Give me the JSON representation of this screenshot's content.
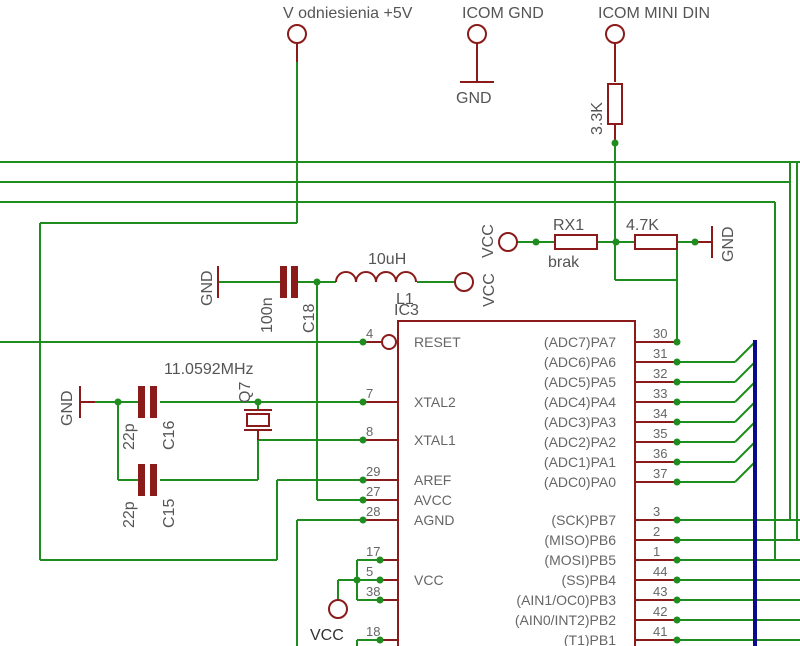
{
  "connectors": {
    "vref": "V odniesienia +5V",
    "icom_gnd": "ICOM GND",
    "icom_mini_din": "ICOM MINI DIN"
  },
  "supplies": {
    "gnd": "GND",
    "vcc": "VCC"
  },
  "components": {
    "r_3k3": "3.3K",
    "rx1_name": "RX1",
    "rx1_value": "brak",
    "r_4k7": "4.7K",
    "l1_value": "10uH",
    "l1_name": "L1",
    "c18_value": "100n",
    "c18_name": "C18",
    "crystal_value": "11.0592MHz",
    "crystal_name": "Q7",
    "c16_value": "22p",
    "c16_name": "C16",
    "c15_value": "22p",
    "c15_name": "C15",
    "ic_name": "IC3"
  },
  "ic_left_pins": [
    {
      "num": "4",
      "name": "RESET"
    },
    {
      "num": "7",
      "name": "XTAL2"
    },
    {
      "num": "8",
      "name": "XTAL1"
    },
    {
      "num": "29",
      "name": "AREF"
    },
    {
      "num": "27",
      "name": "AVCC"
    },
    {
      "num": "28",
      "name": "AGND"
    },
    {
      "num": "17",
      "name": ""
    },
    {
      "num": "5",
      "name": "VCC"
    },
    {
      "num": "38",
      "name": ""
    },
    {
      "num": "18",
      "name": ""
    }
  ],
  "ic_right_pins": [
    {
      "num": "30",
      "name": "(ADC7)PA7"
    },
    {
      "num": "31",
      "name": "(ADC6)PA6"
    },
    {
      "num": "32",
      "name": "(ADC5)PA5"
    },
    {
      "num": "33",
      "name": "(ADC4)PA4"
    },
    {
      "num": "34",
      "name": "(ADC3)PA3"
    },
    {
      "num": "35",
      "name": "(ADC2)PA2"
    },
    {
      "num": "36",
      "name": "(ADC1)PA1"
    },
    {
      "num": "37",
      "name": "(ADC0)PA0"
    },
    {
      "num": "3",
      "name": "(SCK)PB7"
    },
    {
      "num": "2",
      "name": "(MISO)PB6"
    },
    {
      "num": "1",
      "name": "(MOSI)PB5"
    },
    {
      "num": "44",
      "name": "(SS)PB4"
    },
    {
      "num": "43",
      "name": "(AIN1/OC0)PB3"
    },
    {
      "num": "42",
      "name": "(AIN0/INT2)PB2"
    },
    {
      "num": "41",
      "name": "(T1)PB1"
    }
  ]
}
